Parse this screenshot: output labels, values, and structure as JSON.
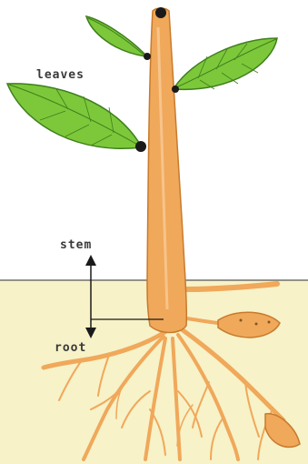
{
  "diagram": {
    "labels": {
      "leaves": "leaves",
      "stem": "stem",
      "root": "root"
    },
    "colors": {
      "sky": "#ffffff",
      "soil": "#f7f2c8",
      "stem": "#f0a85a",
      "stem_outline": "#c87a2c",
      "leaf": "#7cc83a",
      "leaf_vein": "#3f7f1c",
      "node": "#1a1a1a",
      "arrow": "#1a1a1a"
    }
  }
}
